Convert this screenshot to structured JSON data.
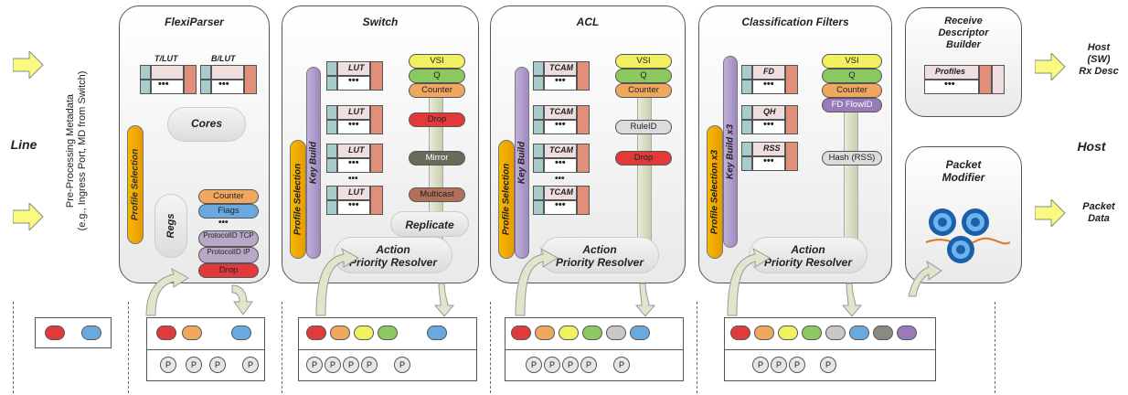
{
  "left": {
    "line": "Line",
    "preproc_line1": "Pre-Processing Metadata",
    "preproc_line2": "(e.g., Ingress Port, MD from Switch)"
  },
  "flexiparser": {
    "title": "FlexiParser",
    "tlut": "T/LUT",
    "blut": "B/LUT",
    "dots": "•••",
    "profile_selection": "Profile Selection",
    "cores": "Cores",
    "regs": "Regs",
    "md_items": [
      "Counter",
      "Flags",
      "•••",
      "ProtocolID TCP",
      "ProtocolID IP",
      "Drop"
    ]
  },
  "switch": {
    "title": "Switch",
    "profile_selection": "Profile Selection",
    "key_build": "Key Build",
    "lut": "LUT",
    "dots": "•••",
    "actions": [
      "VSI",
      "Q",
      "Counter",
      "Drop",
      "Mirror",
      "Multicast"
    ],
    "replicate": "Replicate",
    "resolver_1": "Action",
    "resolver_2": "Priority Resolver"
  },
  "acl": {
    "title": "ACL",
    "profile_selection": "Profile Selection",
    "key_build": "Key Build",
    "tcam": "TCAM",
    "dots": "•••",
    "actions": [
      "VSI",
      "Q",
      "Counter",
      "RuleID",
      "Drop"
    ],
    "resolver_1": "Action",
    "resolver_2": "Priority Resolver"
  },
  "classification": {
    "title": "Classification Filters",
    "profile_selection": "Profile Selection x3",
    "key_build": "Key Build x3",
    "tables": [
      "FD",
      "QH",
      "RSS"
    ],
    "dots": "•••",
    "actions": [
      "VSI",
      "Q",
      "Counter",
      "FD FlowID",
      "Hash (RSS)"
    ],
    "resolver_1": "Action",
    "resolver_2": "Priority Resolver"
  },
  "descriptor": {
    "title_1": "Receive",
    "title_2": "Descriptor",
    "title_3": "Builder",
    "profiles": "Profiles",
    "dots": "•••"
  },
  "modifier": {
    "title_1": "Packet",
    "title_2": "Modifier"
  },
  "right": {
    "host_sw_1": "Host",
    "host_sw_2": "(SW)",
    "host_sw_3": "Rx Desc",
    "host": "Host",
    "packet_1": "Packet",
    "packet_2": "Data"
  },
  "metadata": {
    "p": "P"
  },
  "colors": {
    "red": "#e23a3a",
    "orange": "#f0a860",
    "yellow": "#f0f060",
    "green": "#8cc860",
    "gray": "#c8c8c8",
    "blue": "#6aa8e0",
    "purple": "#9a7ab8",
    "dark": "#6a6a5a",
    "brown": "#b0705a"
  }
}
